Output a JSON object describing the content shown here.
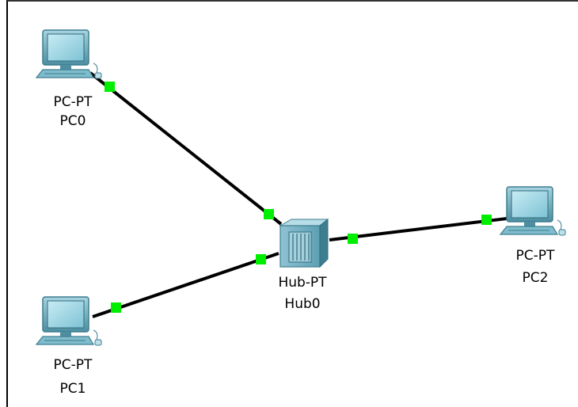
{
  "topology": {
    "nodes": [
      {
        "id": "pc0",
        "type": "PC-PT",
        "name": "PC0",
        "kind": "pc-icon"
      },
      {
        "id": "pc1",
        "type": "PC-PT",
        "name": "PC1",
        "kind": "pc-icon"
      },
      {
        "id": "pc2",
        "type": "PC-PT",
        "name": "PC2",
        "kind": "pc-icon"
      },
      {
        "id": "hub0",
        "type": "Hub-PT",
        "name": "Hub0",
        "kind": "hub-icon"
      }
    ],
    "links": [
      {
        "from": "pc0",
        "to": "hub0",
        "status": "up"
      },
      {
        "from": "pc1",
        "to": "hub0",
        "status": "up"
      },
      {
        "from": "hub0",
        "to": "pc2",
        "status": "up"
      }
    ]
  },
  "colors": {
    "link": "#000000",
    "link_up": "#00ee00",
    "border": "#000000",
    "top_edge": "#333333"
  }
}
